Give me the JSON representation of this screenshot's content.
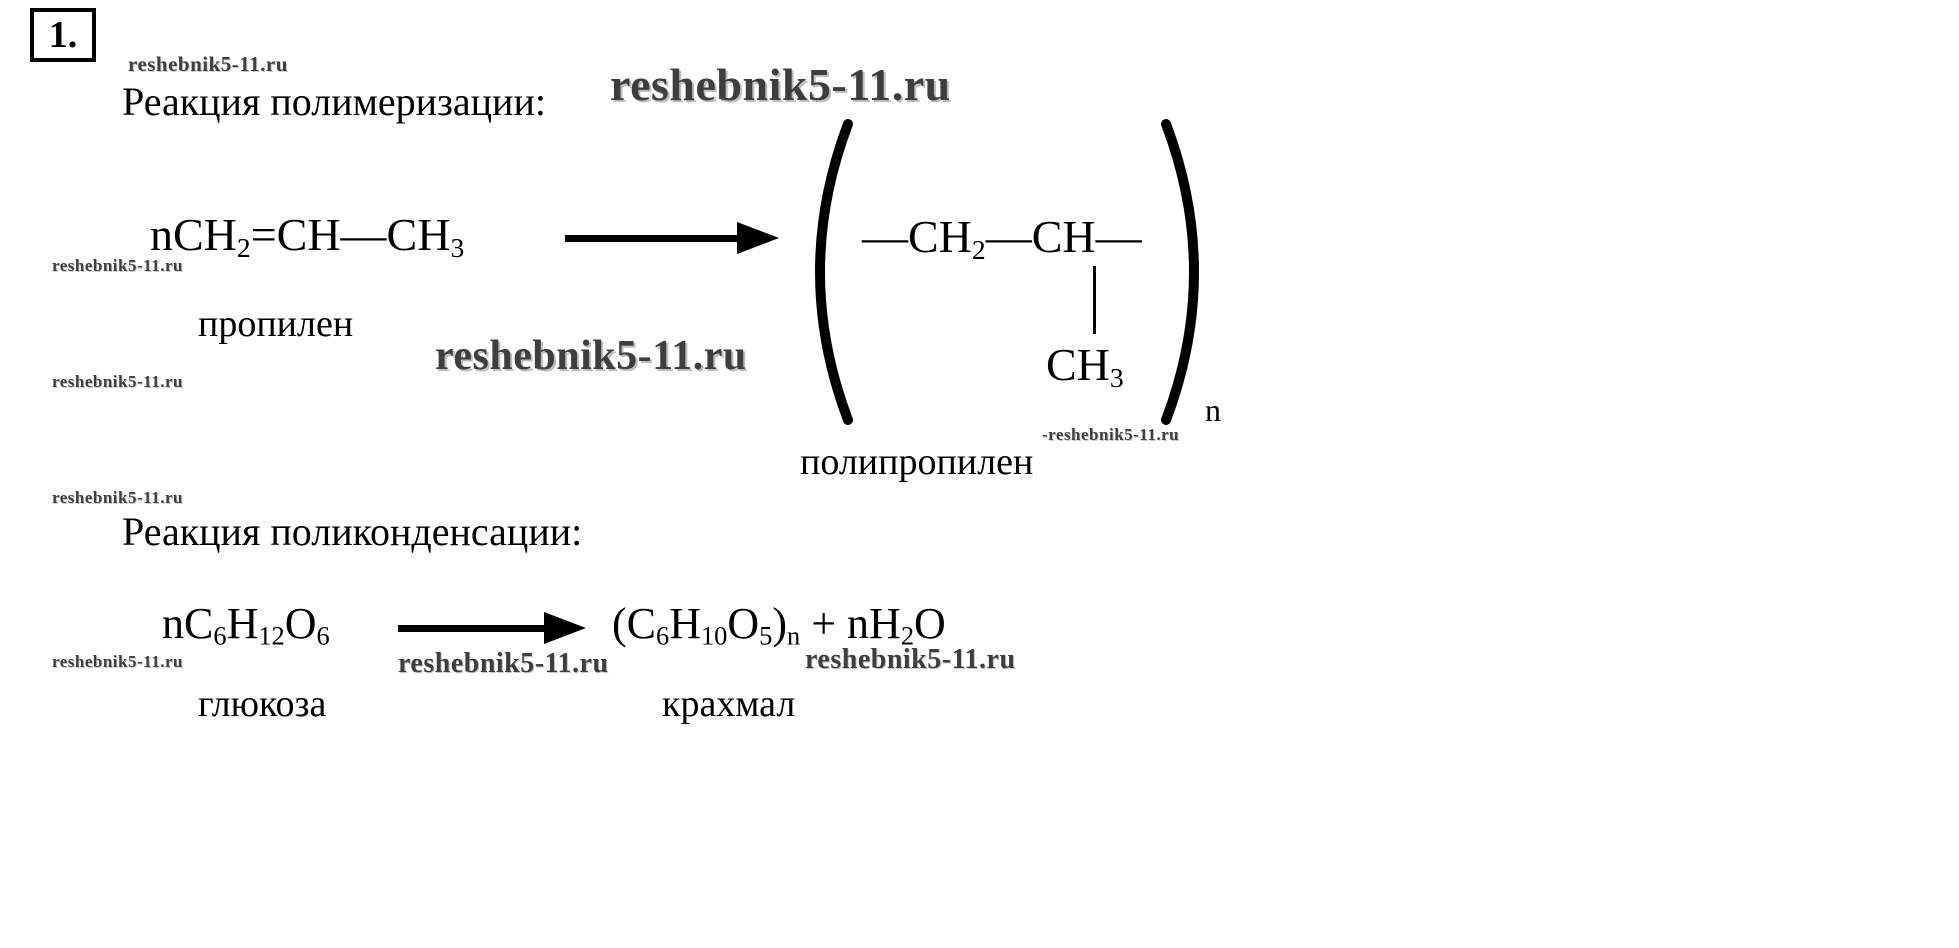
{
  "problem": {
    "number": "1."
  },
  "watermark": {
    "text": "reshebnik5-11.ru",
    "text_dashed": "-reshebnik5-11.ru"
  },
  "polymerization": {
    "heading": "Реакция полимеризации:",
    "monomer": {
      "p1": "nCH",
      "s1": "2",
      "p2": "=CH—CH",
      "s2": "3"
    },
    "monomer_label": "пропилен",
    "polymer": {
      "p1": "—CH",
      "s1": "2",
      "p2": "—CH—",
      "branch_p": "CH",
      "branch_s": "3",
      "index": "n"
    },
    "polymer_label": "полипропилен"
  },
  "polycondensation": {
    "heading": "Реакция поликонденсации:",
    "reactant": {
      "p1": "nC",
      "s1": "6",
      "p2": "H",
      "s2": "12",
      "p3": "O",
      "s3": "6"
    },
    "reactant_label": "глюкоза",
    "product": {
      "p1": "(C",
      "s1": "6",
      "p2": "H",
      "s2": "10",
      "p3": "O",
      "s3": "5",
      "p4": ")",
      "s4": "n",
      "p5": " + nH",
      "s5": "2",
      "p6": "O"
    },
    "product_label": "крахмал"
  }
}
